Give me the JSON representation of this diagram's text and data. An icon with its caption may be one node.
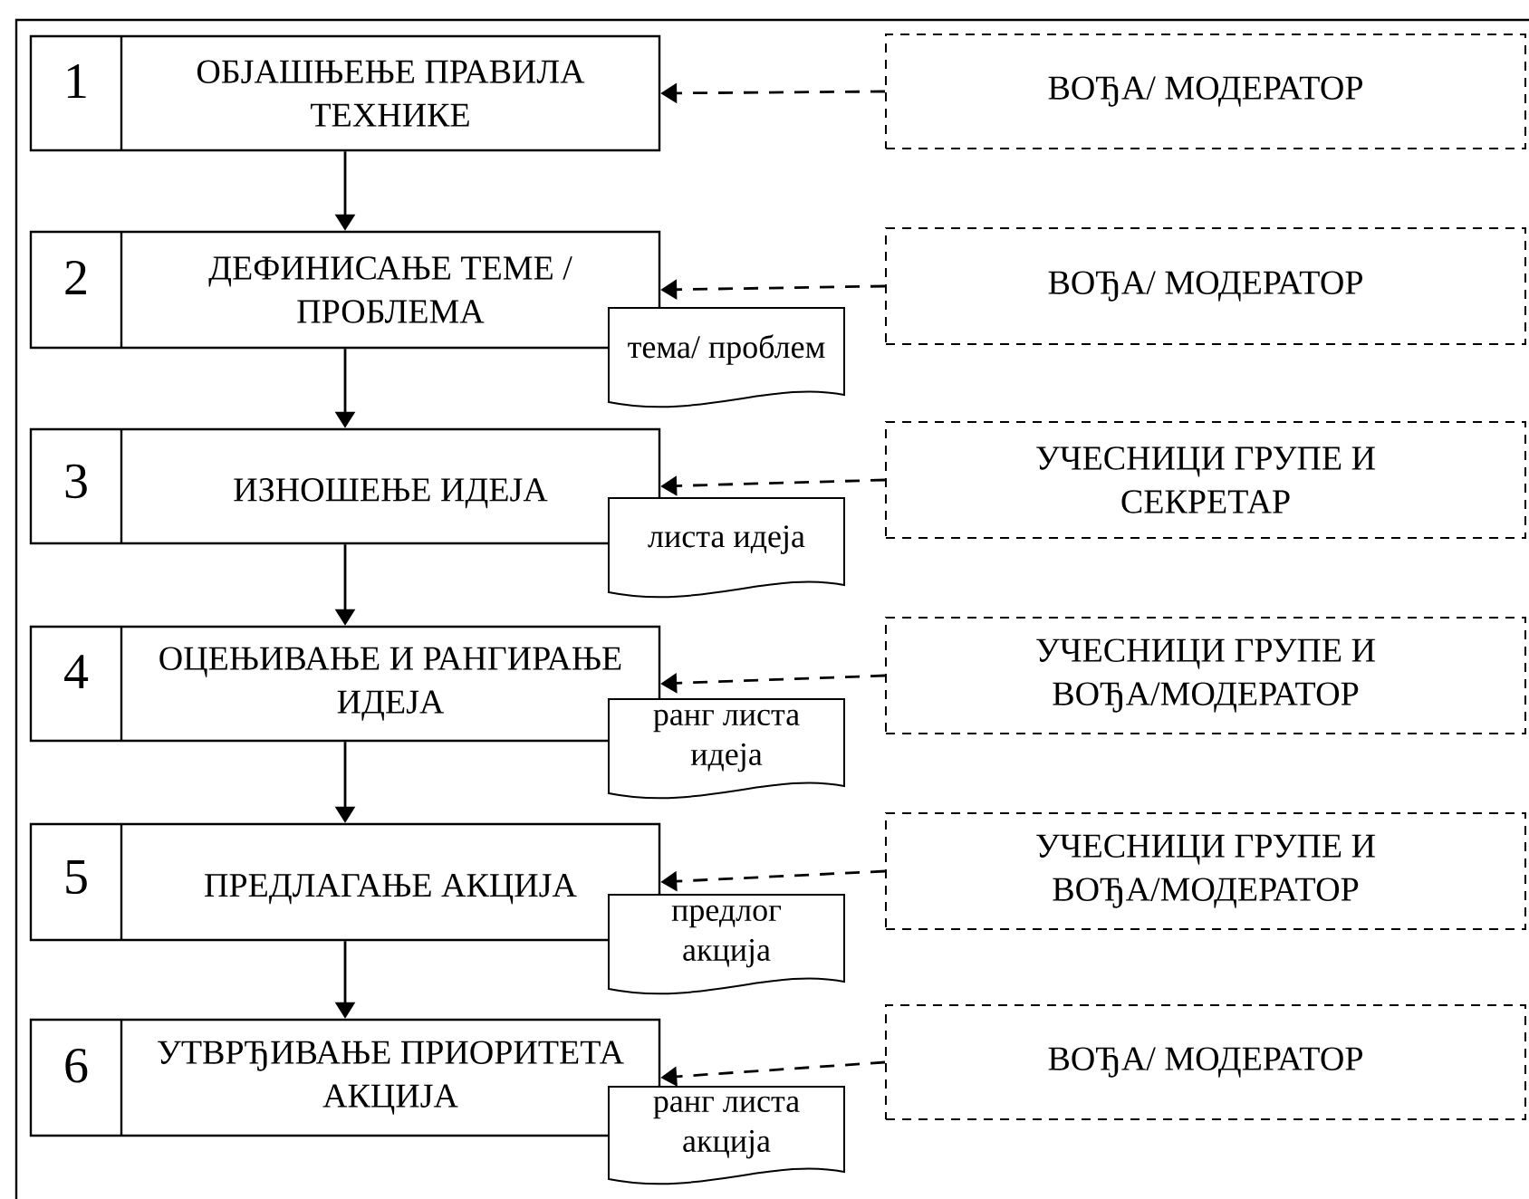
{
  "diagram": {
    "nodes": [
      {
        "text": [
          "1",
          "ОБЈАШЊЕЊЕ ПРАВИЛА ТЕХНИКЕ"
        ]
      },
      {
        "text": [
          "ВОЂА/ МОДЕРАТОР"
        ]
      },
      {
        "text": [
          "2",
          "ДЕФИНИСАЊЕ ТЕМЕ / ПРОБЛЕМА"
        ]
      },
      {
        "text": [
          "ВОЂА/ МОДЕРАТОР"
        ]
      },
      {
        "text": [
          "тема/ проблем"
        ]
      },
      {
        "text": [
          "3",
          "ИЗНОШЕЊЕ ИДЕЈА"
        ]
      },
      {
        "text": [
          "УЧЕСНИЦИ ГРУПЕ И СЕКРЕТАР"
        ]
      },
      {
        "text": [
          "листа идеја"
        ]
      },
      {
        "text": [
          "4",
          "ОЦЕЊИВАЊЕ И РАНГИРАЊЕ ИДЕЈА"
        ]
      },
      {
        "text": [
          "УЧЕСНИЦИ ГРУПЕ И ВОЂА/МОДЕРАТОР"
        ]
      },
      {
        "text": [
          "ранг листа идеја"
        ]
      },
      {
        "text": [
          "5",
          "ПРЕДЛАГАЊЕ АКЦИЈА"
        ]
      },
      {
        "text": [
          "УЧЕСНИЦИ ГРУПЕ И ВОЂА/МОДЕРАТОР"
        ]
      },
      {
        "text": [
          "предлог акција"
        ]
      },
      {
        "text": [
          "6",
          "УТВРЂИВАЊЕ ПРИОРИТЕТА АКЦИЈА"
        ]
      },
      {
        "text": [
          "ВОЂА/ МОДЕРАТОР"
        ]
      },
      {
        "text": [
          "ранг листа акција"
        ]
      }
    ],
    "edges": [
      {
        "from": 1,
        "to": 0,
        "arrow": "to",
        "style": "dashed"
      },
      {
        "from": 0,
        "to": 2,
        "arrow": "to"
      },
      {
        "from": 3,
        "to": 2,
        "arrow": "to",
        "style": "dashed"
      },
      {
        "from": 2,
        "to": 5,
        "arrow": "to"
      },
      {
        "from": 6,
        "to": 5,
        "arrow": "to",
        "style": "dashed"
      },
      {
        "from": 5,
        "to": 8,
        "arrow": "to"
      },
      {
        "from": 9,
        "to": 8,
        "arrow": "to",
        "style": "dashed"
      },
      {
        "from": 8,
        "to": 11,
        "arrow": "to"
      },
      {
        "from": 12,
        "to": 11,
        "arrow": "to",
        "style": "dashed"
      },
      {
        "from": 11,
        "to": 14,
        "arrow": "to"
      },
      {
        "from": 15,
        "to": 14,
        "arrow": "to",
        "style": "dashed"
      }
    ]
  }
}
